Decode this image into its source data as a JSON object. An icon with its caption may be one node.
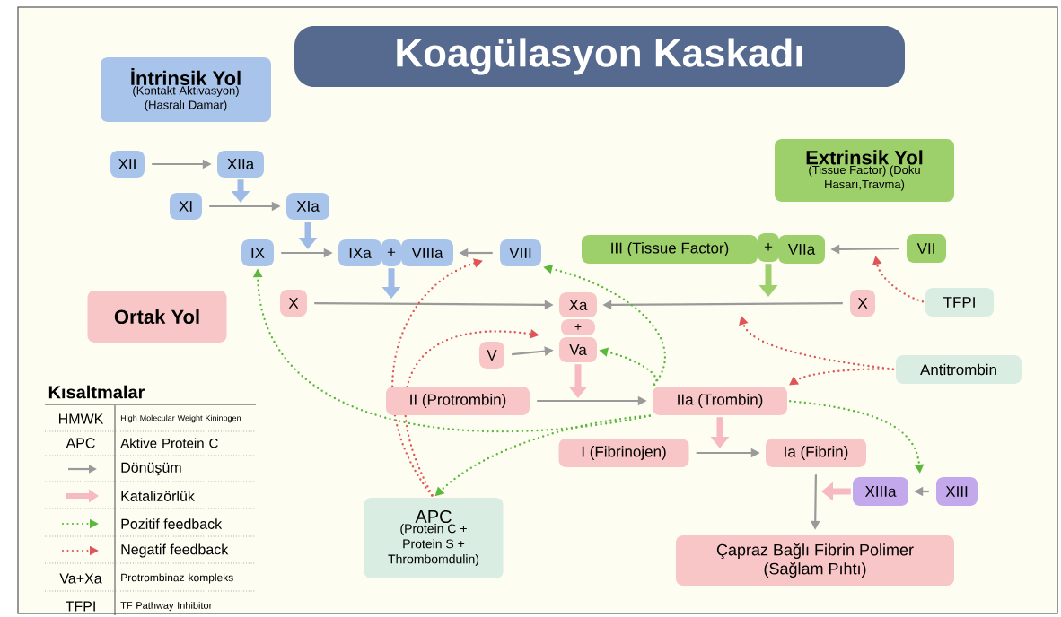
{
  "diagram": {
    "title": "Koagülasyon Kaskadı",
    "nodes": [
      {
        "text": [
          "İntrinsik Yol",
          "(Kontakt Aktivasyon) (Hasralı Damar)"
        ]
      },
      {
        "text": [
          "Extrinsik Yol",
          "(Tissue Factor) (Doku Hasarı,Travma)"
        ]
      },
      {
        "text": [
          "Ortak Yol"
        ]
      },
      {
        "text": [
          "XII"
        ]
      },
      {
        "text": [
          "XIIa"
        ]
      },
      {
        "text": [
          "XI"
        ]
      },
      {
        "text": [
          "XIa"
        ]
      },
      {
        "text": [
          "IX"
        ]
      },
      {
        "text": [
          "IXa"
        ]
      },
      {
        "text": [
          "+"
        ]
      },
      {
        "text": [
          "VIIIa"
        ]
      },
      {
        "text": [
          "VIII"
        ]
      },
      {
        "text": [
          "III (Tissue Factor)"
        ]
      },
      {
        "text": [
          "+"
        ]
      },
      {
        "text": [
          "VIIa"
        ]
      },
      {
        "text": [
          "VII"
        ]
      },
      {
        "text": [
          "X"
        ]
      },
      {
        "text": [
          "Xa"
        ]
      },
      {
        "text": [
          "+"
        ]
      },
      {
        "text": [
          "Va"
        ]
      },
      {
        "text": [
          "X"
        ]
      },
      {
        "text": [
          "TFPI"
        ]
      },
      {
        "text": [
          "V"
        ]
      },
      {
        "text": [
          "Antitrombin"
        ]
      },
      {
        "text": [
          "II (Protrombin)"
        ]
      },
      {
        "text": [
          "IIa (Trombin)"
        ]
      },
      {
        "text": [
          "I (Fibrinojen)"
        ]
      },
      {
        "text": [
          "Ia (Fibrin)"
        ]
      },
      {
        "text": [
          "XIIIa"
        ]
      },
      {
        "text": [
          "XIII"
        ]
      },
      {
        "text": [
          "APC",
          "(Protein C + Protein S + Thrombomdulin)"
        ]
      },
      {
        "text": [
          "Çapraz Bağlı Fibrin Polimer (Sağlam Pıhtı)"
        ]
      }
    ],
    "edges": [
      {
        "from": 3,
        "to": 4,
        "arrow": "to"
      },
      {
        "from": 4,
        "to": null,
        "arrow": "to",
        "style": "thick",
        "color": "#9dbbe6"
      },
      {
        "from": 5,
        "to": 6,
        "arrow": "to"
      },
      {
        "from": 6,
        "to": null,
        "arrow": "to",
        "style": "thick",
        "color": "#9dbbe6"
      },
      {
        "from": 7,
        "to": 8,
        "arrow": "to"
      },
      {
        "from": 11,
        "to": 10,
        "arrow": "to"
      },
      {
        "from": 9,
        "to": null,
        "arrow": "to",
        "style": "thick",
        "color": "#9dbbe6"
      },
      {
        "from": 16,
        "to": 17,
        "arrow": "to"
      },
      {
        "from": 15,
        "to": 14,
        "arrow": "to"
      },
      {
        "from": 13,
        "to": null,
        "arrow": "to",
        "style": "thick",
        "color": "#9dd06a"
      },
      {
        "from": 20,
        "to": 17,
        "arrow": "to"
      },
      {
        "from": 22,
        "to": 19,
        "arrow": "to"
      },
      {
        "from": 19,
        "to": null,
        "arrow": "to",
        "style": "thick",
        "color": "#f7b9c2"
      },
      {
        "from": 24,
        "to": 25,
        "arrow": "to"
      },
      {
        "from": 25,
        "to": null,
        "arrow": "to",
        "style": "thick",
        "color": "#f7b9c2"
      },
      {
        "from": 26,
        "to": 27,
        "arrow": "to"
      },
      {
        "from": 27,
        "to": 31,
        "arrow": "to"
      },
      {
        "from": 29,
        "to": 28,
        "arrow": "to"
      },
      {
        "from": 28,
        "to": null,
        "arrow": "to",
        "style": "thick",
        "color": "#f7b9c2"
      },
      {
        "from": 25,
        "to": 7,
        "arrow": "to",
        "style": "dashed",
        "color": "#5cb83c"
      },
      {
        "from": 25,
        "to": 11,
        "arrow": "to",
        "style": "dashed",
        "color": "#5cb83c"
      },
      {
        "from": 25,
        "to": 19,
        "arrow": "to",
        "style": "dashed",
        "color": "#5cb83c"
      },
      {
        "from": 25,
        "to": null,
        "arrow": "to",
        "style": "dashed",
        "color": "#5cb83c"
      },
      {
        "from": 25,
        "to": 30,
        "arrow": "to",
        "style": "dashed",
        "color": "#5cb83c"
      },
      {
        "from": 21,
        "to": null,
        "arrow": "to",
        "style": "dashed",
        "color": "#e05555"
      },
      {
        "from": 23,
        "to": null,
        "arrow": "to",
        "style": "dashed",
        "color": "#e05555"
      },
      {
        "from": 23,
        "to": 25,
        "arrow": "to",
        "style": "dashed",
        "color": "#e05555"
      },
      {
        "from": 30,
        "to": null,
        "arrow": "to",
        "style": "dashed",
        "color": "#e05555"
      },
      {
        "from": 30,
        "to": null,
        "arrow": "to",
        "style": "dashed",
        "color": "#e05555"
      }
    ],
    "labels": [
      "Kısaltmalar",
      "HMWK",
      "High Molecular Weight Kininogen",
      "APC",
      "Aktive Protein C",
      "Va+Xa",
      "Protrombinaz kompleks",
      "TFPI",
      "TF Pathway Inhibitor"
    ],
    "legend": [
      {
        "text": "Dönüşüm"
      },
      {
        "text": "Katalizörlük"
      },
      {
        "text": "Pozitif feedback"
      },
      {
        "text": "Negatif feedback"
      }
    ]
  }
}
